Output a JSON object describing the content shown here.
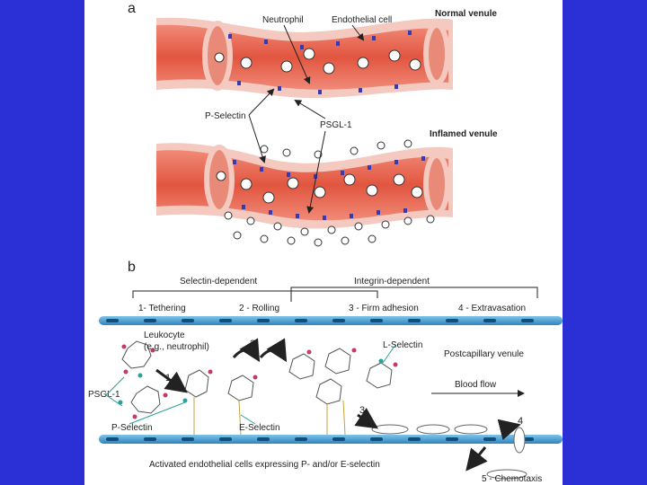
{
  "panel_a": {
    "letter": "a",
    "labels": {
      "neutrophil": "Neutrophil",
      "endothelial_cell": "Endothelial cell",
      "normal_venule": "Normal venule",
      "p_selectin": "P-Selectin",
      "psgl1": "PSGL-1",
      "inflamed_venule": "Inflamed venule"
    }
  },
  "panel_b": {
    "letter": "b",
    "phases": {
      "selectin_dependent": "Selectin-dependent",
      "integrin_dependent": "Integrin-dependent"
    },
    "steps": [
      "1- Tethering",
      "2 - Rolling",
      "3 - Firm adhesion",
      "4 - Extravasation"
    ],
    "labels": {
      "leukocyte": "Leukocyte",
      "leukocyte_example": "(e.g., neutrophil)",
      "l_selectin": "L-Selectin",
      "postcapillary_venule": "Postcapillary venule",
      "blood_flow": "Blood flow",
      "psgl1": "PSGL-1",
      "p_selectin": "P-Selectin",
      "e_selectin": "E-Selectin",
      "activated_endothelial": "Activated endothelial cells expressing P- and/or E-selectin",
      "chemotaxis": "5 - Chemotaxis"
    },
    "step_numbers": [
      "1",
      "2",
      "3",
      "4"
    ]
  },
  "colors": {
    "background": "#2a2fd6",
    "vessel": "#e8604e",
    "vessel_wall": "#f3c9c0",
    "endothelium": "#2f8fc9",
    "arrow": "#222222"
  }
}
